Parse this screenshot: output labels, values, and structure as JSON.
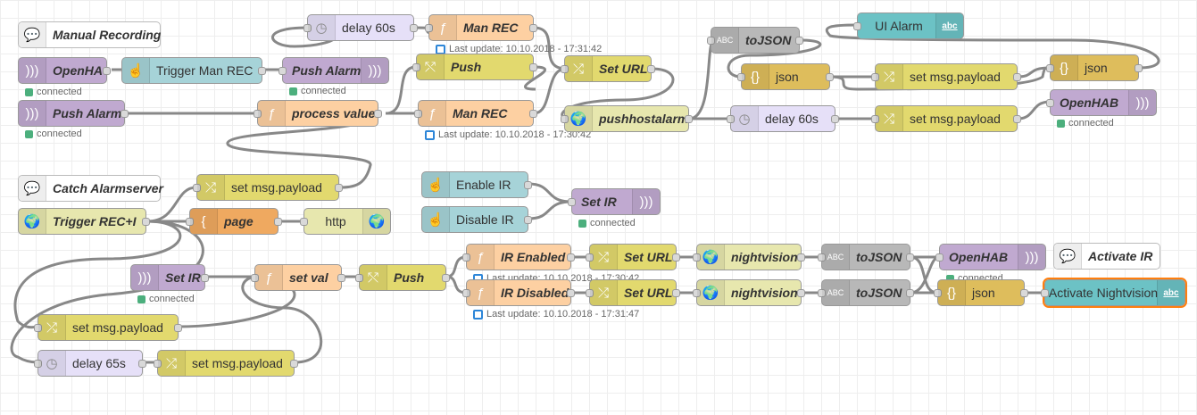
{
  "nodes": {
    "manual_recording": "Manual Recording",
    "catch_alarmserver": "Catch Alarmserver",
    "activate_ir_comment": "Activate IR",
    "openhab_in_1": "OpenHA",
    "trigger_man_rec": "Trigger Man REC",
    "push_alarm_out": "Push Alarm",
    "push_alarm_in": "Push Alarm",
    "delay_60s_top": "delay 60s",
    "man_rec_top": "Man REC",
    "push_switch": "Push",
    "process_value": "process value",
    "man_rec_mid": "Man REC",
    "set_url_top": "Set URL",
    "pushhostalarm": "pushhostalarm",
    "delay_60s_mid": "delay 60s",
    "tojson_top": "toJSON",
    "json_top": "json",
    "set_payload_top1": "set msg.payload",
    "set_payload_top2": "set msg.payload",
    "ui_alarm": "UI Alarm",
    "json_right": "json",
    "openhab_right": "OpenHAB",
    "set_payload_catch": "set msg.payload",
    "trigger_rec": "Trigger REC+I",
    "page": "page",
    "http": "http",
    "enable_ir": "Enable IR",
    "disable_ir": "Disable IR",
    "set_ir_top": "Set IR",
    "set_ir_bottom": "Set IR",
    "set_val": "set val",
    "push_bottom": "Push",
    "ir_enabled": "IR Enabled",
    "ir_disabled": "IR Disabled",
    "set_url_b1": "Set URL",
    "set_url_b2": "Set URL",
    "nightvision_1": "nightvision",
    "nightvision_2": "nightvision",
    "tojson_b1": "toJSON",
    "tojson_b2": "toJSON",
    "openhab_bottom": "OpenHAB",
    "json_bottom": "json",
    "activate_nightvision": "Activate Nightvision",
    "set_payload_b1": "set msg.payload",
    "set_payload_b2": "set msg.payload",
    "delay_65s": "delay 65s"
  },
  "status": {
    "connected": "connected",
    "man_rec_top": "Last update: 10.10.2018 - 17:31:42",
    "man_rec_mid": "Last update: 10.10.2018 - 17:30:42",
    "ir_enabled": "Last update: 10.10.2018 - 17:30:42",
    "ir_disabled": "Last update: 10.10.2018 - 17:31:47"
  },
  "badges": {
    "abc": "abc"
  },
  "colors": {
    "mqtt": "#c0a9d0",
    "inject": "#a6d3d8",
    "function": "#fdd0a2",
    "change": "#e2d96e",
    "http": "#e7e7ae",
    "delay": "#e6e0f8",
    "json": "#debd5c",
    "template": "#efa960",
    "ui": "#6cc2c5",
    "comment": "#ffffff",
    "connected": "#4caf7d",
    "wire": "#888888",
    "selected": "#ff7f0e"
  }
}
